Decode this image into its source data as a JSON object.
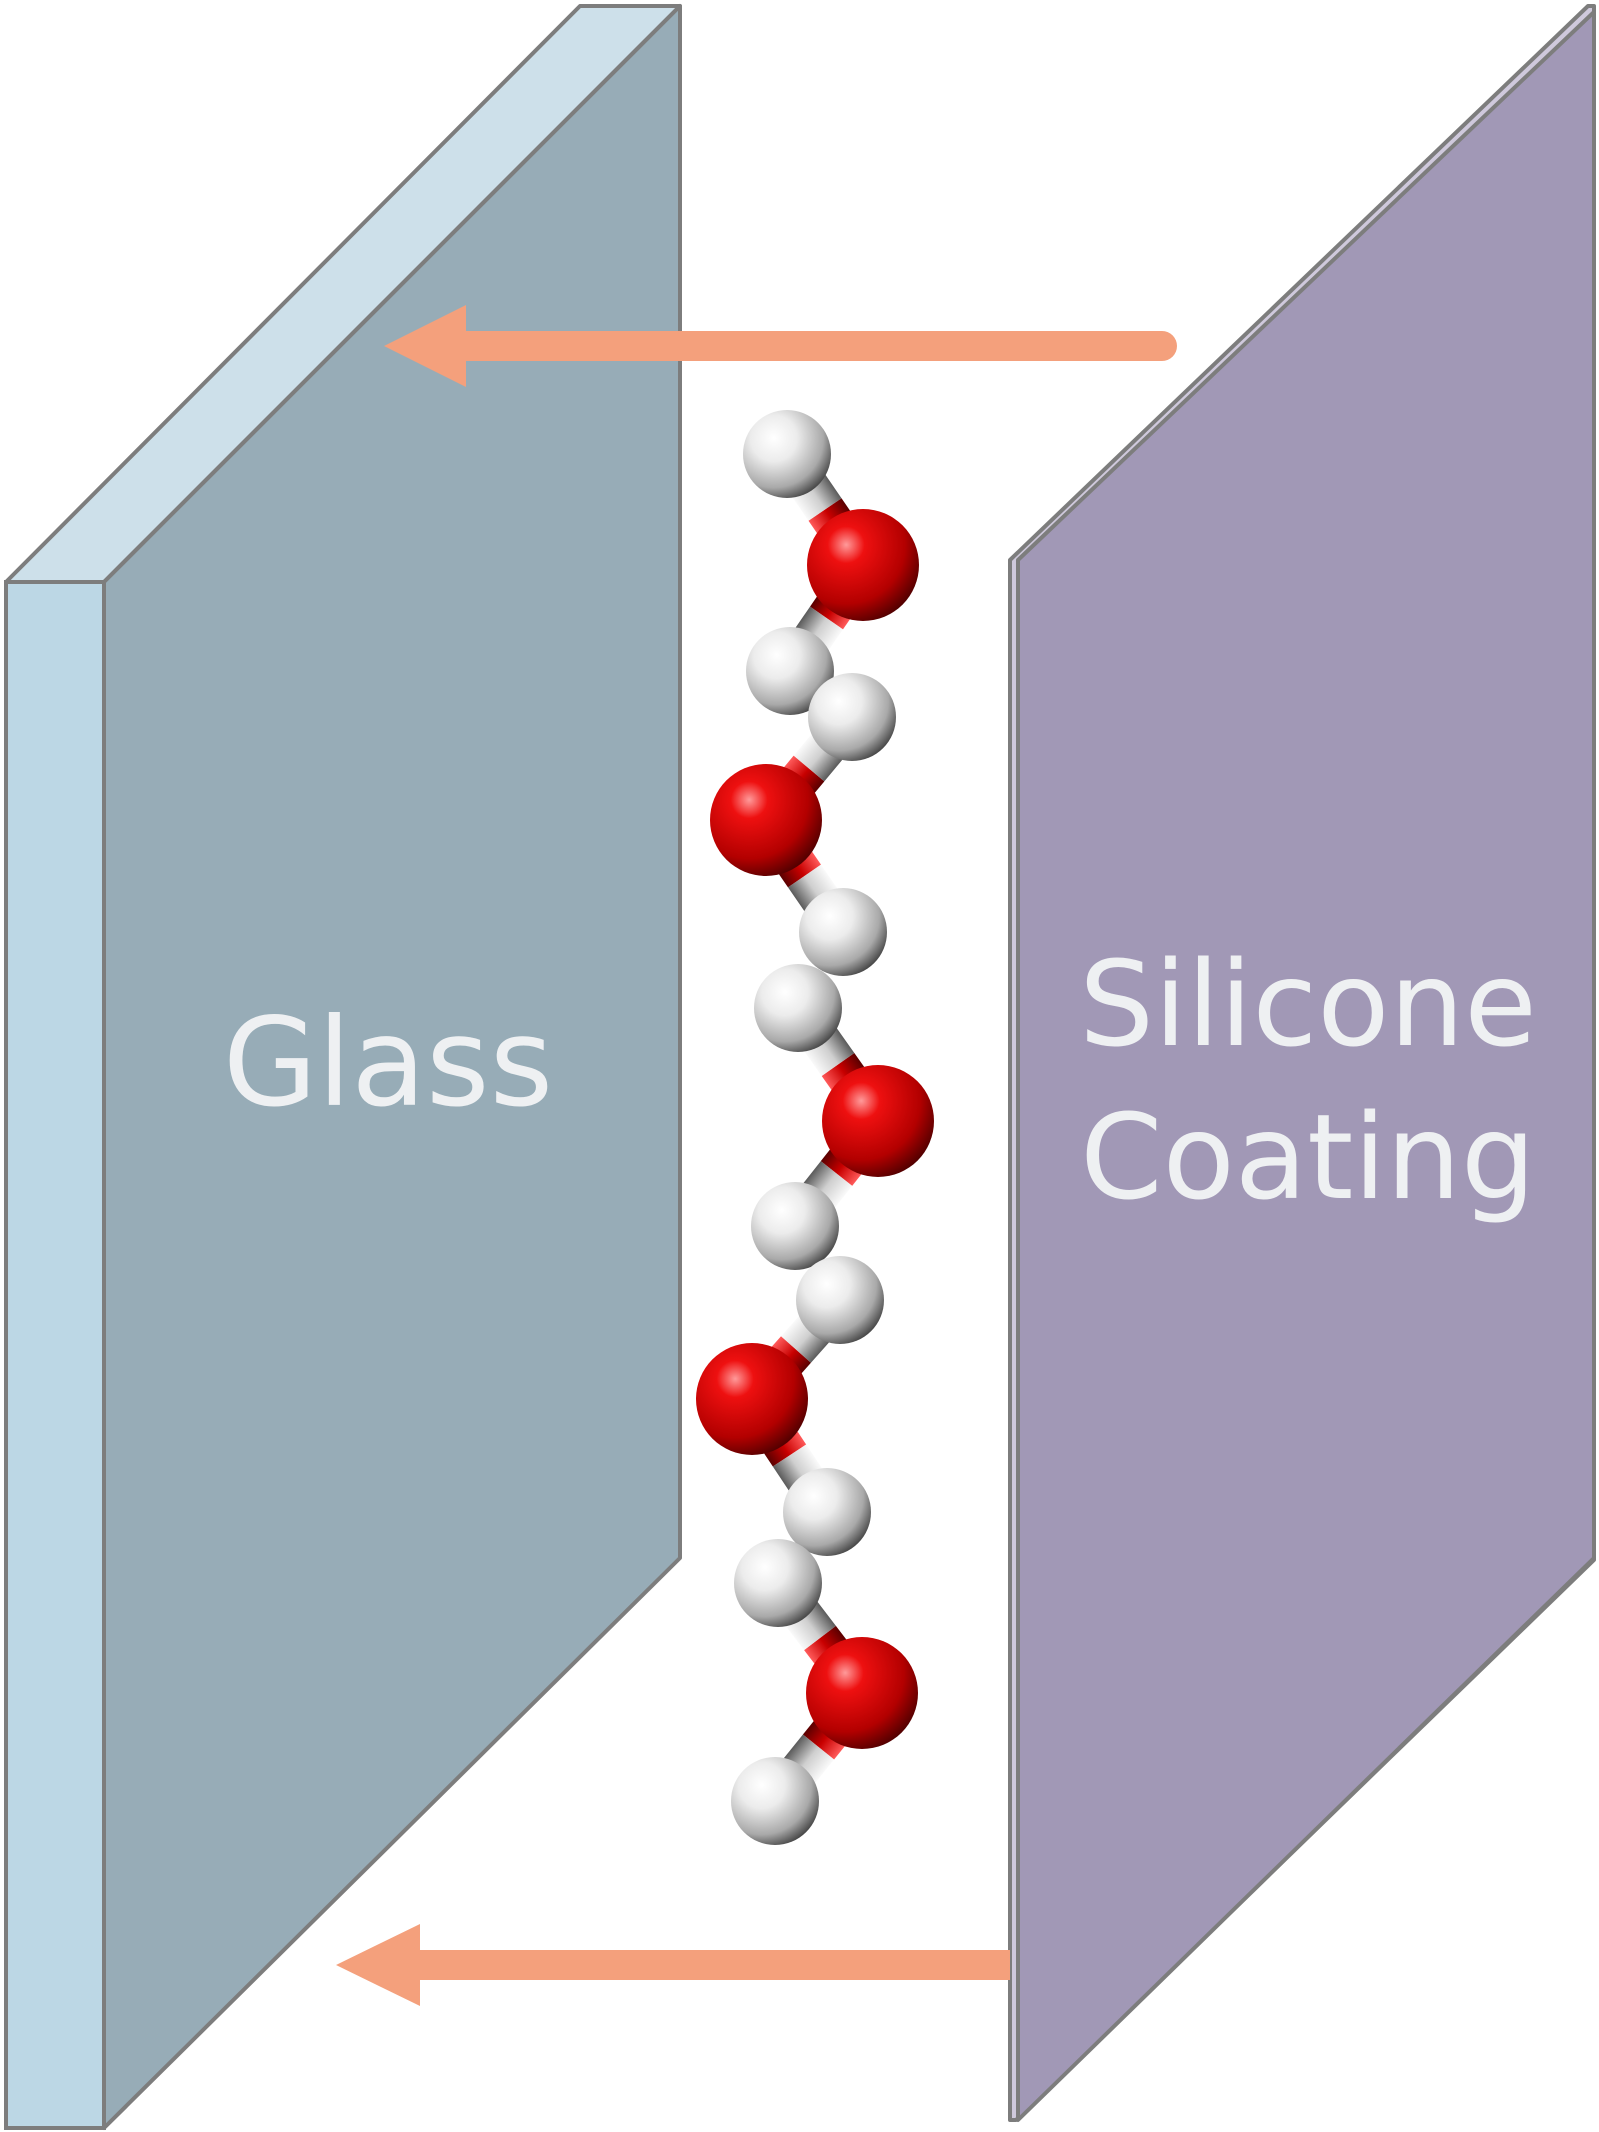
{
  "glass_panel": {
    "label": "Glass",
    "face_color": "#97acb7",
    "edge_color": "#bcd7e5",
    "top_color": "#cde0ea"
  },
  "silicone_panel": {
    "label_line1": "Silicone",
    "label_line2": "Coating",
    "face_color": "#a198b6"
  },
  "arrows": {
    "color": "#f4a07c",
    "direction": "left"
  },
  "water_molecules": {
    "count": 5,
    "oxygen_color": "#e00000",
    "hydrogen_color": "#f0f0f0"
  }
}
